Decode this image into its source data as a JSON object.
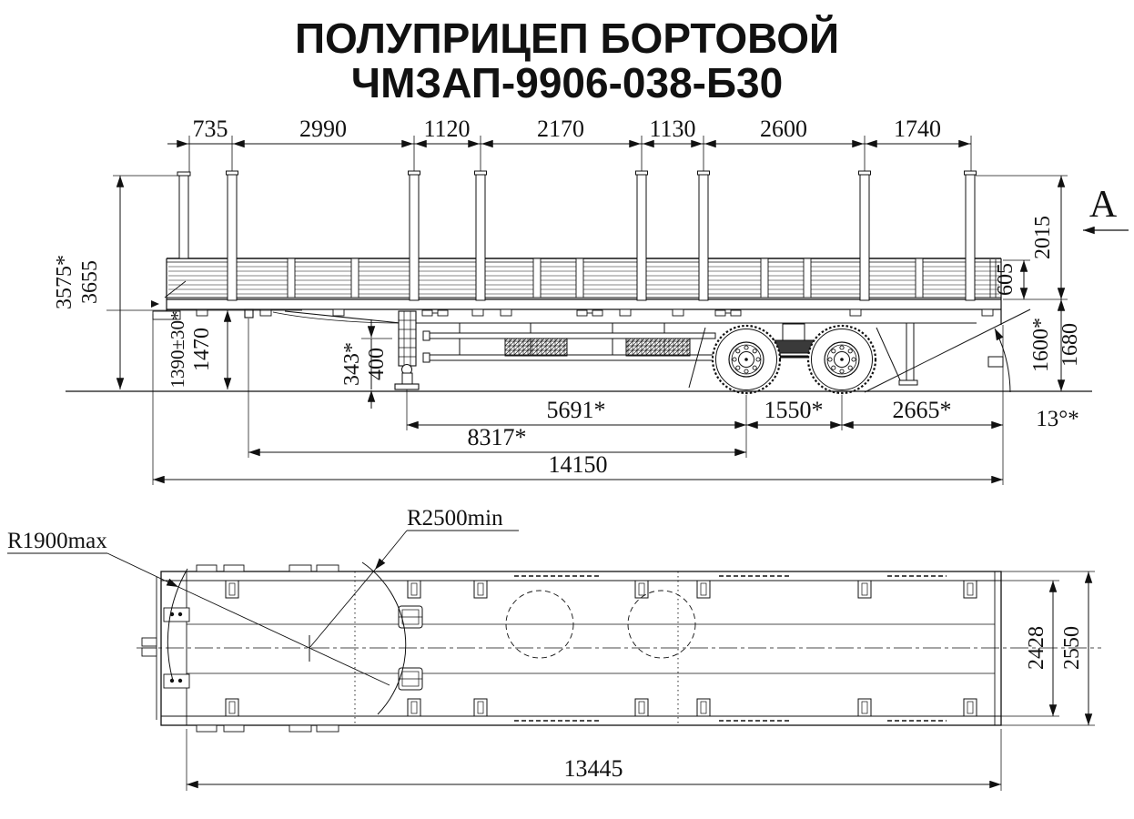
{
  "title": {
    "line1": "ПОЛУПРИЦЕП БОРТОВОЙ",
    "line2": "ЧМЗАП-9906-038-Б30"
  },
  "side_view": {
    "view_arrow_label": "A",
    "top_chain": {
      "d1": "735",
      "d2": "2990",
      "d3": "1120",
      "d4": "2170",
      "d5": "1130",
      "d6": "2600",
      "d7": "1740"
    },
    "left": {
      "overall_height_unladen": "3575*",
      "overall_height": "3655",
      "fifth_wheel_height_unladen": "1390±30*",
      "fifth_wheel_height": "1470"
    },
    "right": {
      "stake_height": "2015",
      "dropside_height": "605",
      "rear_frame_height_unladen": "1600*",
      "rear_frame_height": "1680",
      "departure_angle": "13°*"
    },
    "bottom": {
      "support_clearance_min": "343*",
      "support_clearance": "400",
      "support_to_bogie": "5691*",
      "axle_base": "1550*",
      "rear_overhang": "2665*",
      "kingpin_to_bogie": "8317*",
      "overall_length": "14150"
    }
  },
  "plan_view": {
    "front_swing_radius": "R1900max",
    "rear_swing_radius": "R2500min",
    "platform_inner_width": "2428",
    "overall_width": "2550",
    "platform_length": "13445"
  }
}
